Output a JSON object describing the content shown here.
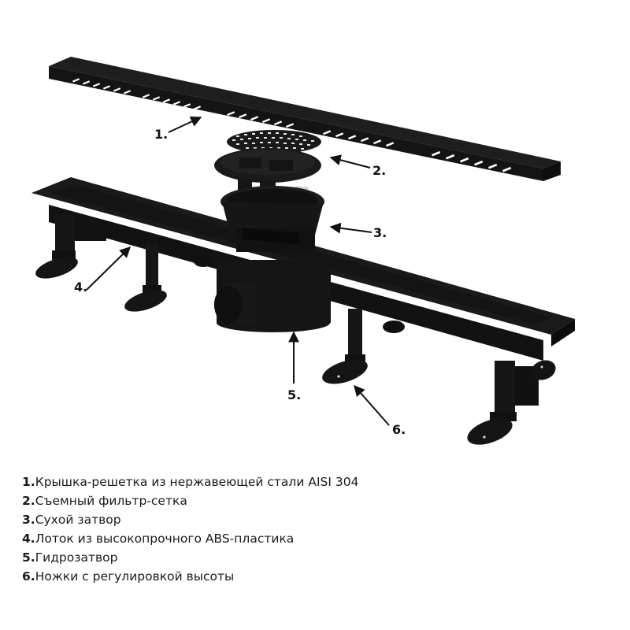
{
  "diagram": {
    "title_hidden": "",
    "callouts": [
      {
        "id": 1,
        "label": "1."
      },
      {
        "id": 2,
        "label": "2."
      },
      {
        "id": 3,
        "label": "3."
      },
      {
        "id": 4,
        "label": "4."
      },
      {
        "id": 5,
        "label": "5."
      },
      {
        "id": 6,
        "label": "6."
      }
    ],
    "colors": {
      "product": "#1c1c1c",
      "product_shade": "#111111",
      "product_highlight": "#2a2a2a",
      "slot": "#ffffff",
      "arrow": "#111111",
      "background": "#ffffff"
    }
  },
  "legend": [
    {
      "num": "1.",
      "text": "Крышка-решетка из нержавеющей стали AISI 304"
    },
    {
      "num": "2.",
      "text": "Съемный фильтр-сетка"
    },
    {
      "num": "3.",
      "text": "Сухой затвор"
    },
    {
      "num": "4.",
      "text": "Лоток из высокопрочного ABS-пластика"
    },
    {
      "num": "5.",
      "text": "Гидрозатвор"
    },
    {
      "num": "6.",
      "text": "Ножки с регулировкой высоты"
    }
  ]
}
